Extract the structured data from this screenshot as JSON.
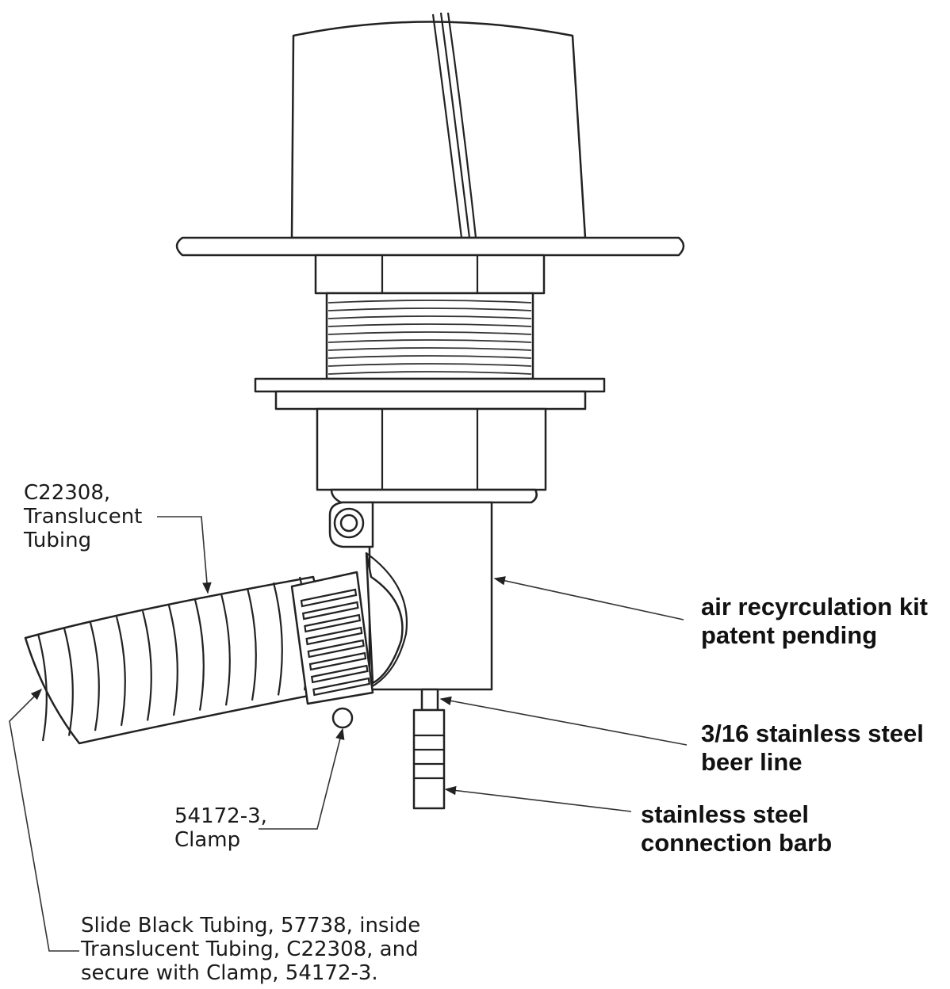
{
  "labels": {
    "translucent_tubing": [
      "C22308,",
      "Translucent",
      "Tubing"
    ],
    "clamp": [
      "54172-3,",
      "Clamp"
    ],
    "instructions": [
      "Slide Black Tubing, 57738, inside",
      "Translucent Tubing, C22308, and",
      "secure with Clamp, 54172-3."
    ],
    "air_kit": [
      "air recyrculation kit",
      "patent pending"
    ],
    "beer_line": [
      "3/16 stainless steel",
      "beer line"
    ],
    "barb": [
      "stainless steel",
      "connection barb"
    ]
  },
  "colors": {
    "ink": "#222222",
    "paper": "#ffffff"
  }
}
